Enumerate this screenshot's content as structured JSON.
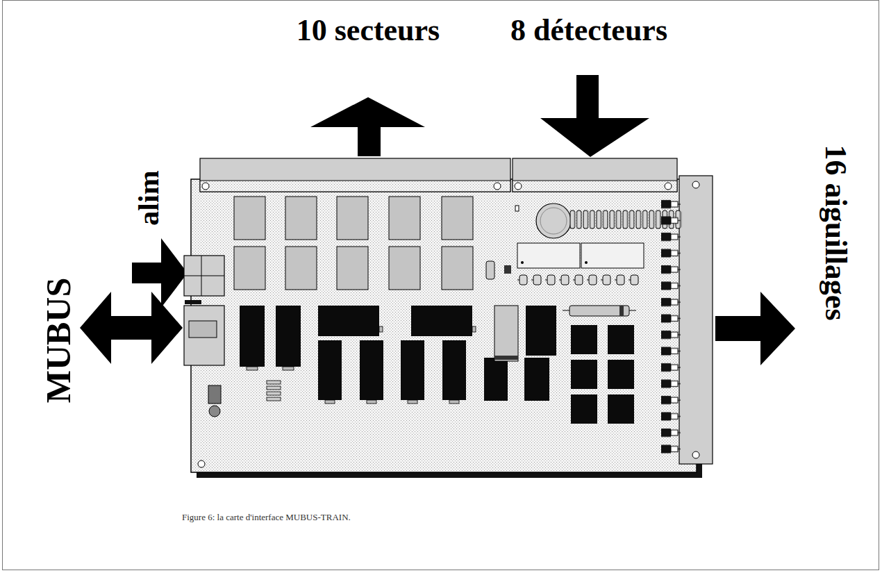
{
  "diagram": {
    "caption": "Figure 6: la carte d'interface MUBUS-TRAIN.",
    "labels": [
      "10 secteurs",
      "8 détecteurs",
      "alim",
      "MUBUS",
      "16 aiguillages"
    ]
  }
}
